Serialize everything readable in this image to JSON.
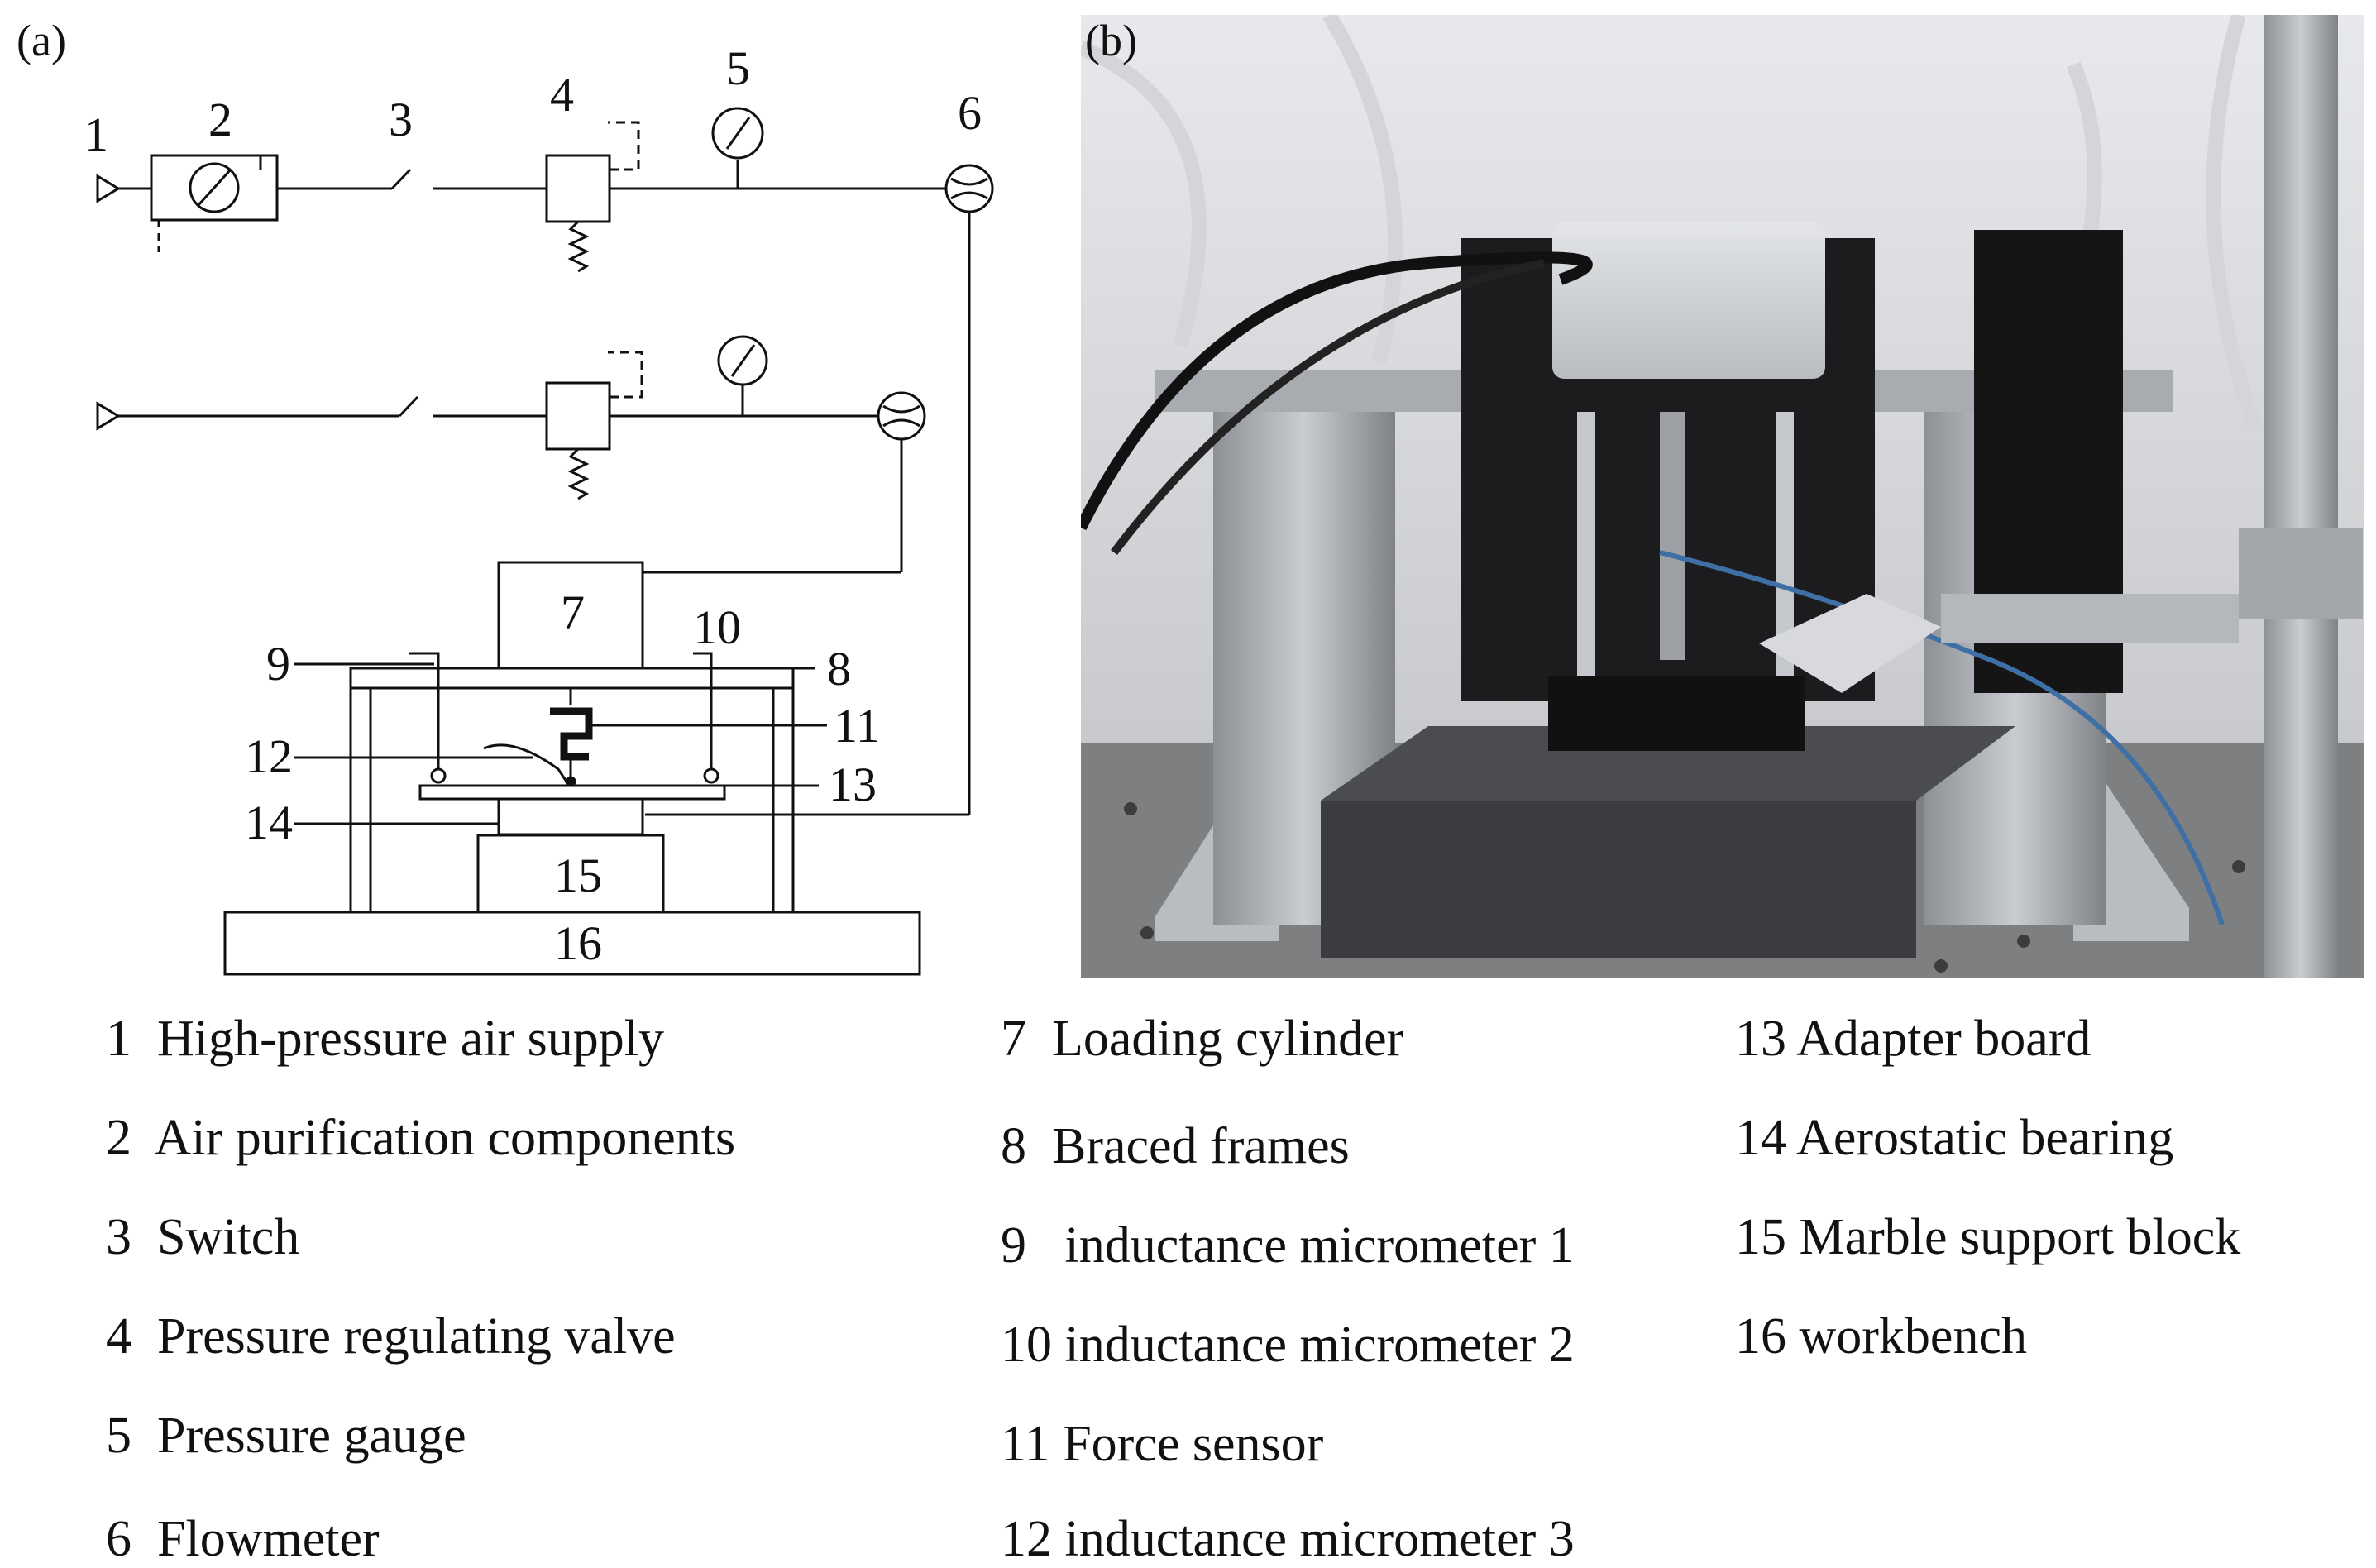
{
  "panels": {
    "a": "(a)",
    "b": "(b)"
  },
  "callouts": [
    "1",
    "2",
    "3",
    "4",
    "5",
    "6",
    "7",
    "8",
    "9",
    "10",
    "11",
    "12",
    "13",
    "14",
    "15",
    "16"
  ],
  "legend": [
    [
      "1  High-pressure air supply",
      "2  Air purification components",
      "3  Switch",
      "4  Pressure regulating valve",
      "5  Pressure gauge",
      "6  Flowmeter"
    ],
    [
      "7  Loading cylinder",
      "8  Braced frames",
      "9   inductance micrometer 1",
      "10 inductance micrometer 2",
      "11 Force sensor",
      "12 inductance micrometer 3"
    ],
    [
      "13 Adapter board",
      "14 Aerostatic bearing",
      "15 Marble support block",
      "16 workbench"
    ]
  ]
}
